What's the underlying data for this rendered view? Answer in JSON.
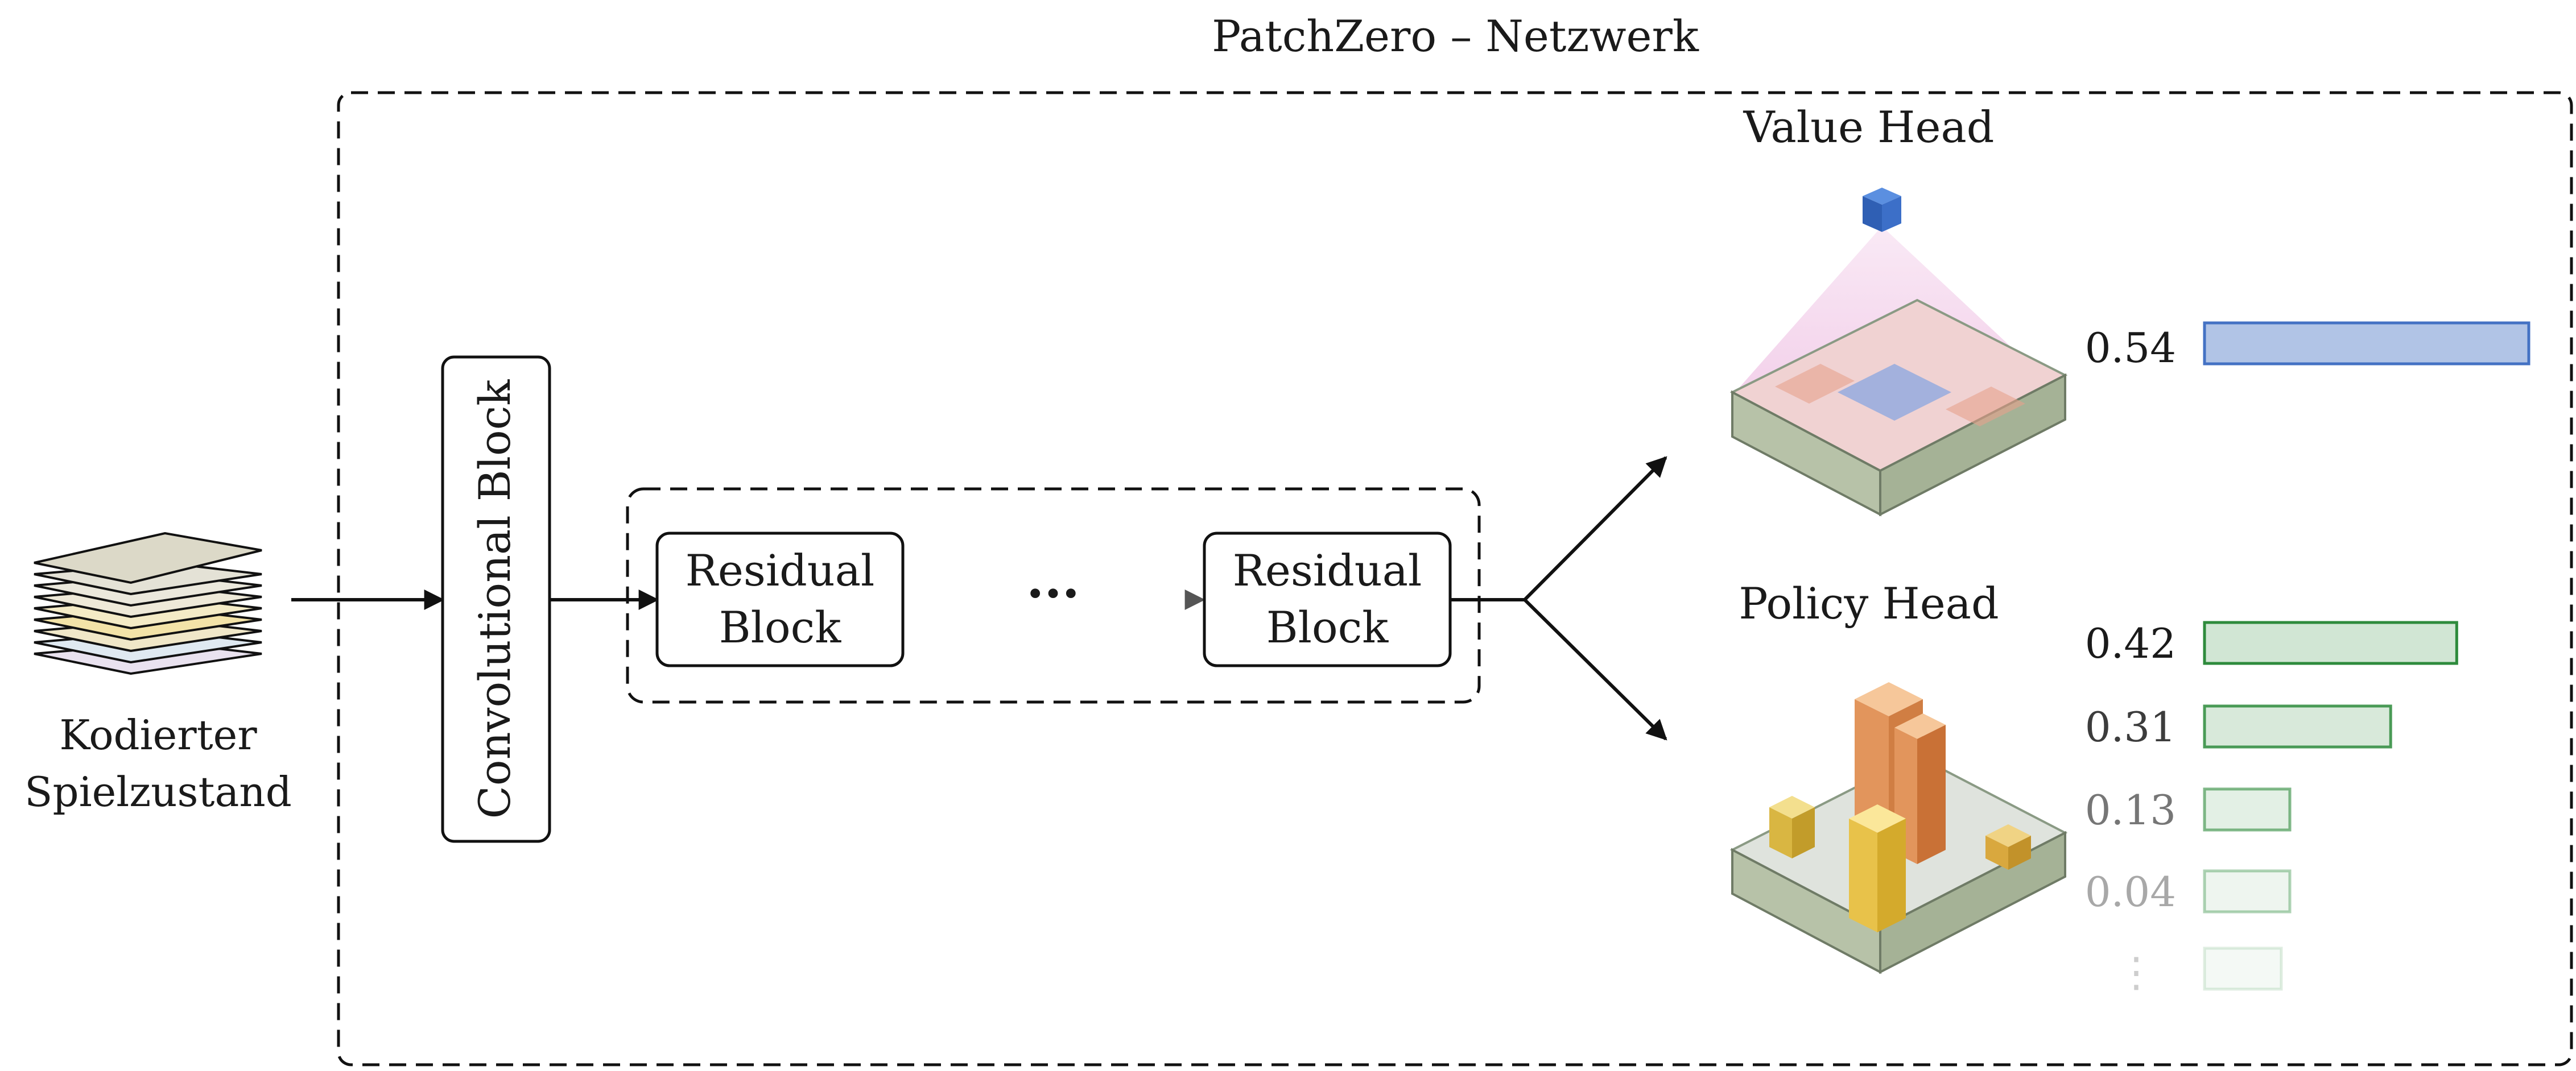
{
  "title": "PatchZero – Netzwerk",
  "input": {
    "label_line1": "Kodierter",
    "label_line2": "Spielzustand"
  },
  "conv_block": {
    "label": "Convolutional Block"
  },
  "residual": {
    "first_line1": "Residual",
    "first_line2": "Block",
    "last_line1": "Residual",
    "last_line2": "Block",
    "ellipsis": "···"
  },
  "value_head": {
    "title": "Value Head",
    "value_label": "0.54",
    "value": 0.54,
    "color": "#4472c4"
  },
  "policy_head": {
    "title": "Policy Head",
    "color": "#2e8b3c",
    "more": "⋮",
    "items": [
      {
        "label": "0.42",
        "value": 0.42
      },
      {
        "label": "0.31",
        "value": 0.31
      },
      {
        "label": "0.13",
        "value": 0.13
      },
      {
        "label": "0.04",
        "value": 0.04
      }
    ]
  }
}
